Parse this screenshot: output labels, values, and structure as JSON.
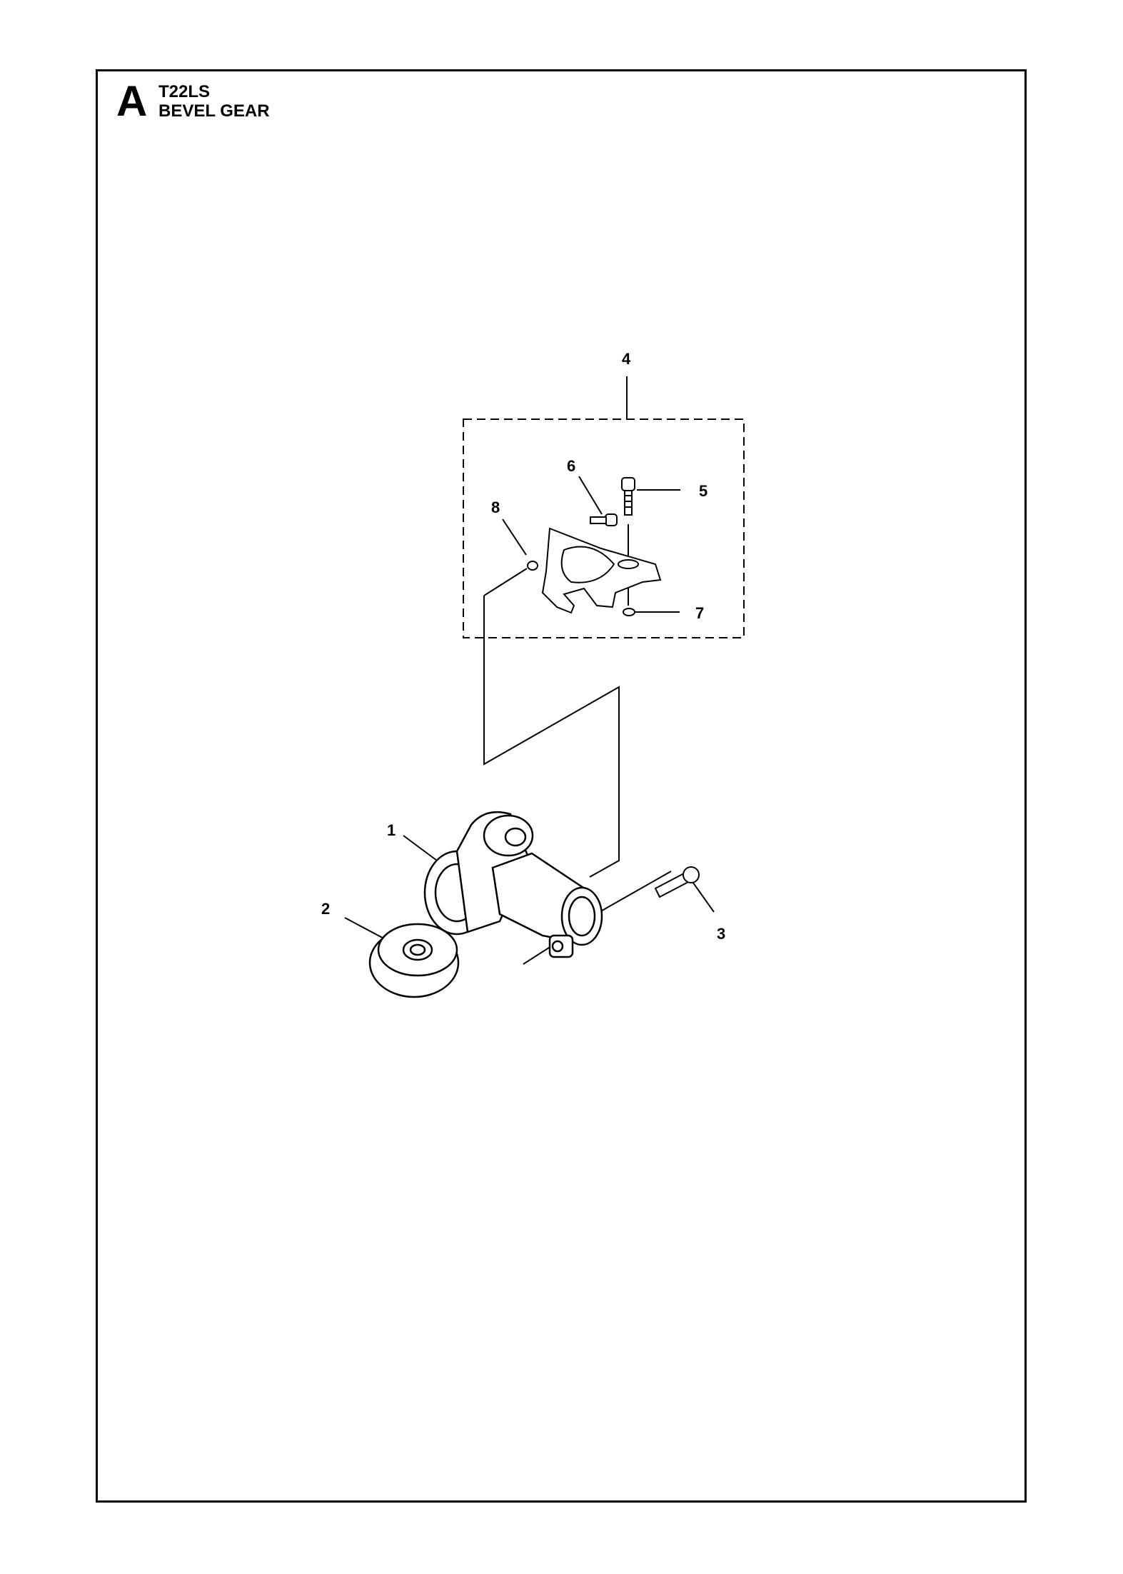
{
  "header": {
    "section_letter": "A",
    "model": "T22LS",
    "title": "BEVEL GEAR"
  },
  "callouts": [
    "1",
    "2",
    "3",
    "4",
    "5",
    "6",
    "7",
    "8"
  ]
}
